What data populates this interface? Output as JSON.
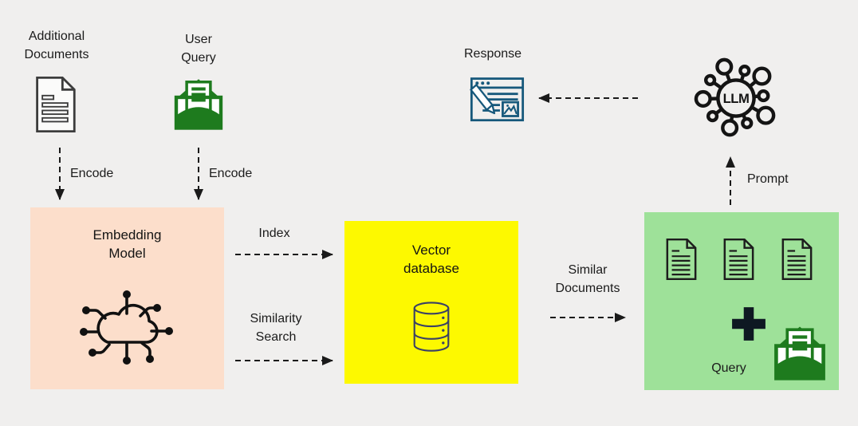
{
  "labels": {
    "additional_documents": "Additional\nDocuments",
    "user_query": "User\nQuery",
    "encode": "Encode",
    "embedding_model": "Embedding\nModel",
    "index": "Index",
    "similarity_search": "Similarity\nSearch",
    "vector_database": "Vector\ndatabase",
    "similar_documents": "Similar\nDocuments",
    "query": "Query",
    "prompt": "Prompt",
    "response": "Response",
    "llm": "LLM"
  },
  "colors": {
    "background": "#f0efee",
    "embedding_box": "#fcdecb",
    "vector_database_box": "#fdf900",
    "context_box": "#9ee199",
    "envelope_green": "#1e7b1e",
    "database_stroke": "#3b4166",
    "response_teal": "#16587b",
    "arrow": "#1a1a1a",
    "plus_black": "#0e1822"
  },
  "icons": {
    "document-icon": "outlined page with folded corner and text lines",
    "user-query-envelope-icon": "green open envelope with letter",
    "embedding-cloud-icon": "cloud with radiating network nodes",
    "vector-database-icon": "database cylinder with three bands",
    "similar-document-icon": "outlined page with folded corner",
    "plus-icon": "bold plus sign",
    "query-envelope-icon": "green open envelope with letter",
    "llm-icon": "circle labeled LLM surrounded by satellite nodes",
    "response-icon": "browser window with pencil and image"
  }
}
